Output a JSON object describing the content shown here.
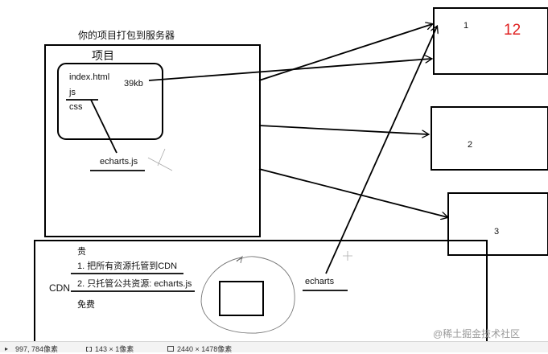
{
  "canvas": {
    "top_title": "你的项目打包到服务器",
    "project_label": "项目",
    "files": {
      "index_html": "index.html",
      "size": "39kb",
      "js": "js",
      "css": "css"
    },
    "echarts_js": "echarts.js",
    "servers": {
      "s1": "1",
      "s1_value": "12",
      "s2": "2",
      "s3": "3"
    },
    "cdn": {
      "label": "CDN",
      "expensive": "贵",
      "option1": "1. 把所有资源托管到CDN",
      "option2": "2. 只托管公共资源: echarts.js",
      "free": "免费",
      "echarts": "echarts"
    }
  },
  "status_bar": {
    "cursor_pos": "997, 784像素",
    "selection_size": "143 × 1像素",
    "image_size": "2440 × 1478像素"
  },
  "watermark": "@稀土掘金技术社区",
  "colors": {
    "stroke": "#000000",
    "accent_red": "#e02020",
    "muted": "#9a9a9a"
  }
}
